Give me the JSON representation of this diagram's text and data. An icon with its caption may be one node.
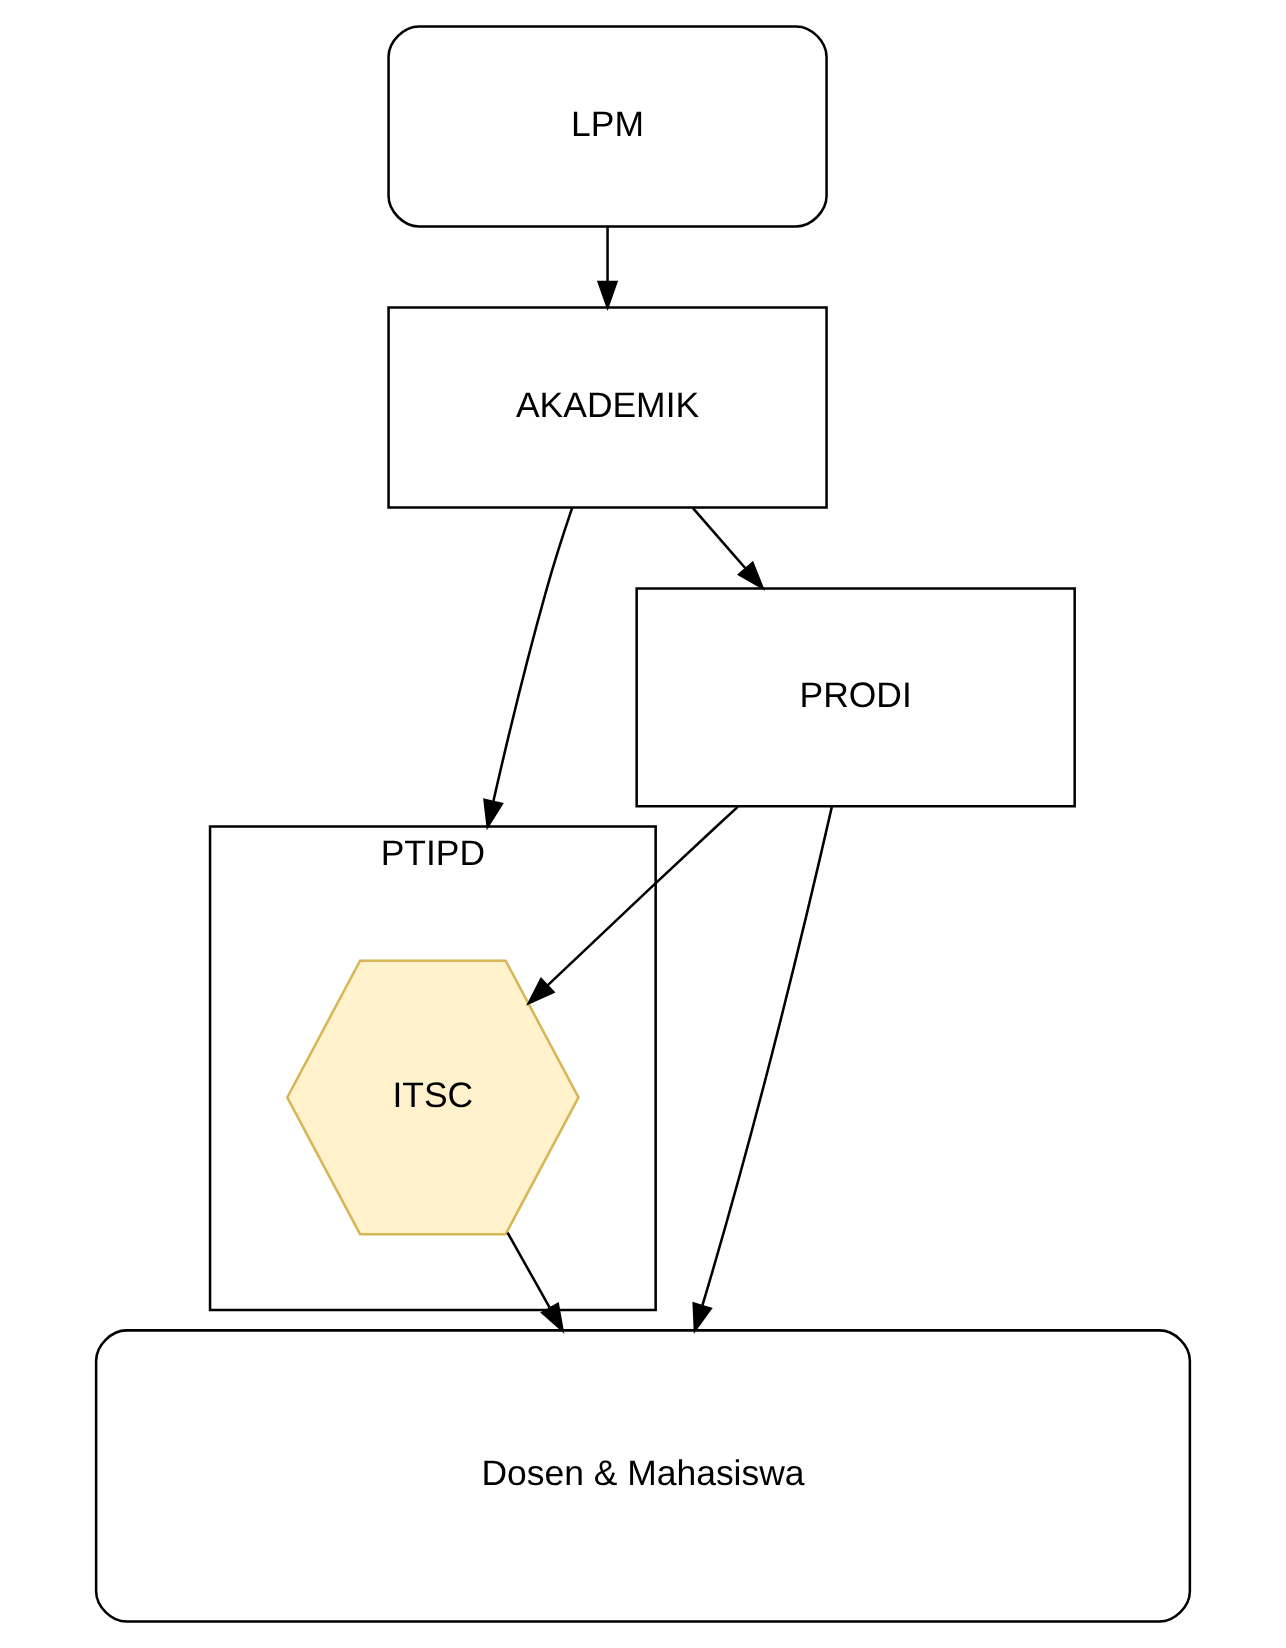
{
  "diagram": {
    "nodes": [
      {
        "text": [
          "LPM"
        ]
      },
      {
        "text": [
          "AKADEMIK"
        ]
      },
      {
        "text": [
          "PRODI"
        ]
      },
      {
        "text": [
          "PTIPD"
        ]
      },
      {
        "text": [
          "ITSC"
        ],
        "in": 3
      },
      {
        "text": [
          "Dosen & Mahasiswa"
        ]
      }
    ],
    "edges": [
      {
        "from": 0,
        "to": 1,
        "arrow": "to"
      },
      {
        "from": 1,
        "to": 3,
        "arrow": "to"
      },
      {
        "from": 1,
        "to": 2,
        "arrow": "to"
      },
      {
        "from": 2,
        "to": 4,
        "arrow": "to"
      },
      {
        "from": 2,
        "to": 5,
        "arrow": "to"
      },
      {
        "from": 4,
        "to": 5,
        "arrow": "to"
      }
    ]
  }
}
